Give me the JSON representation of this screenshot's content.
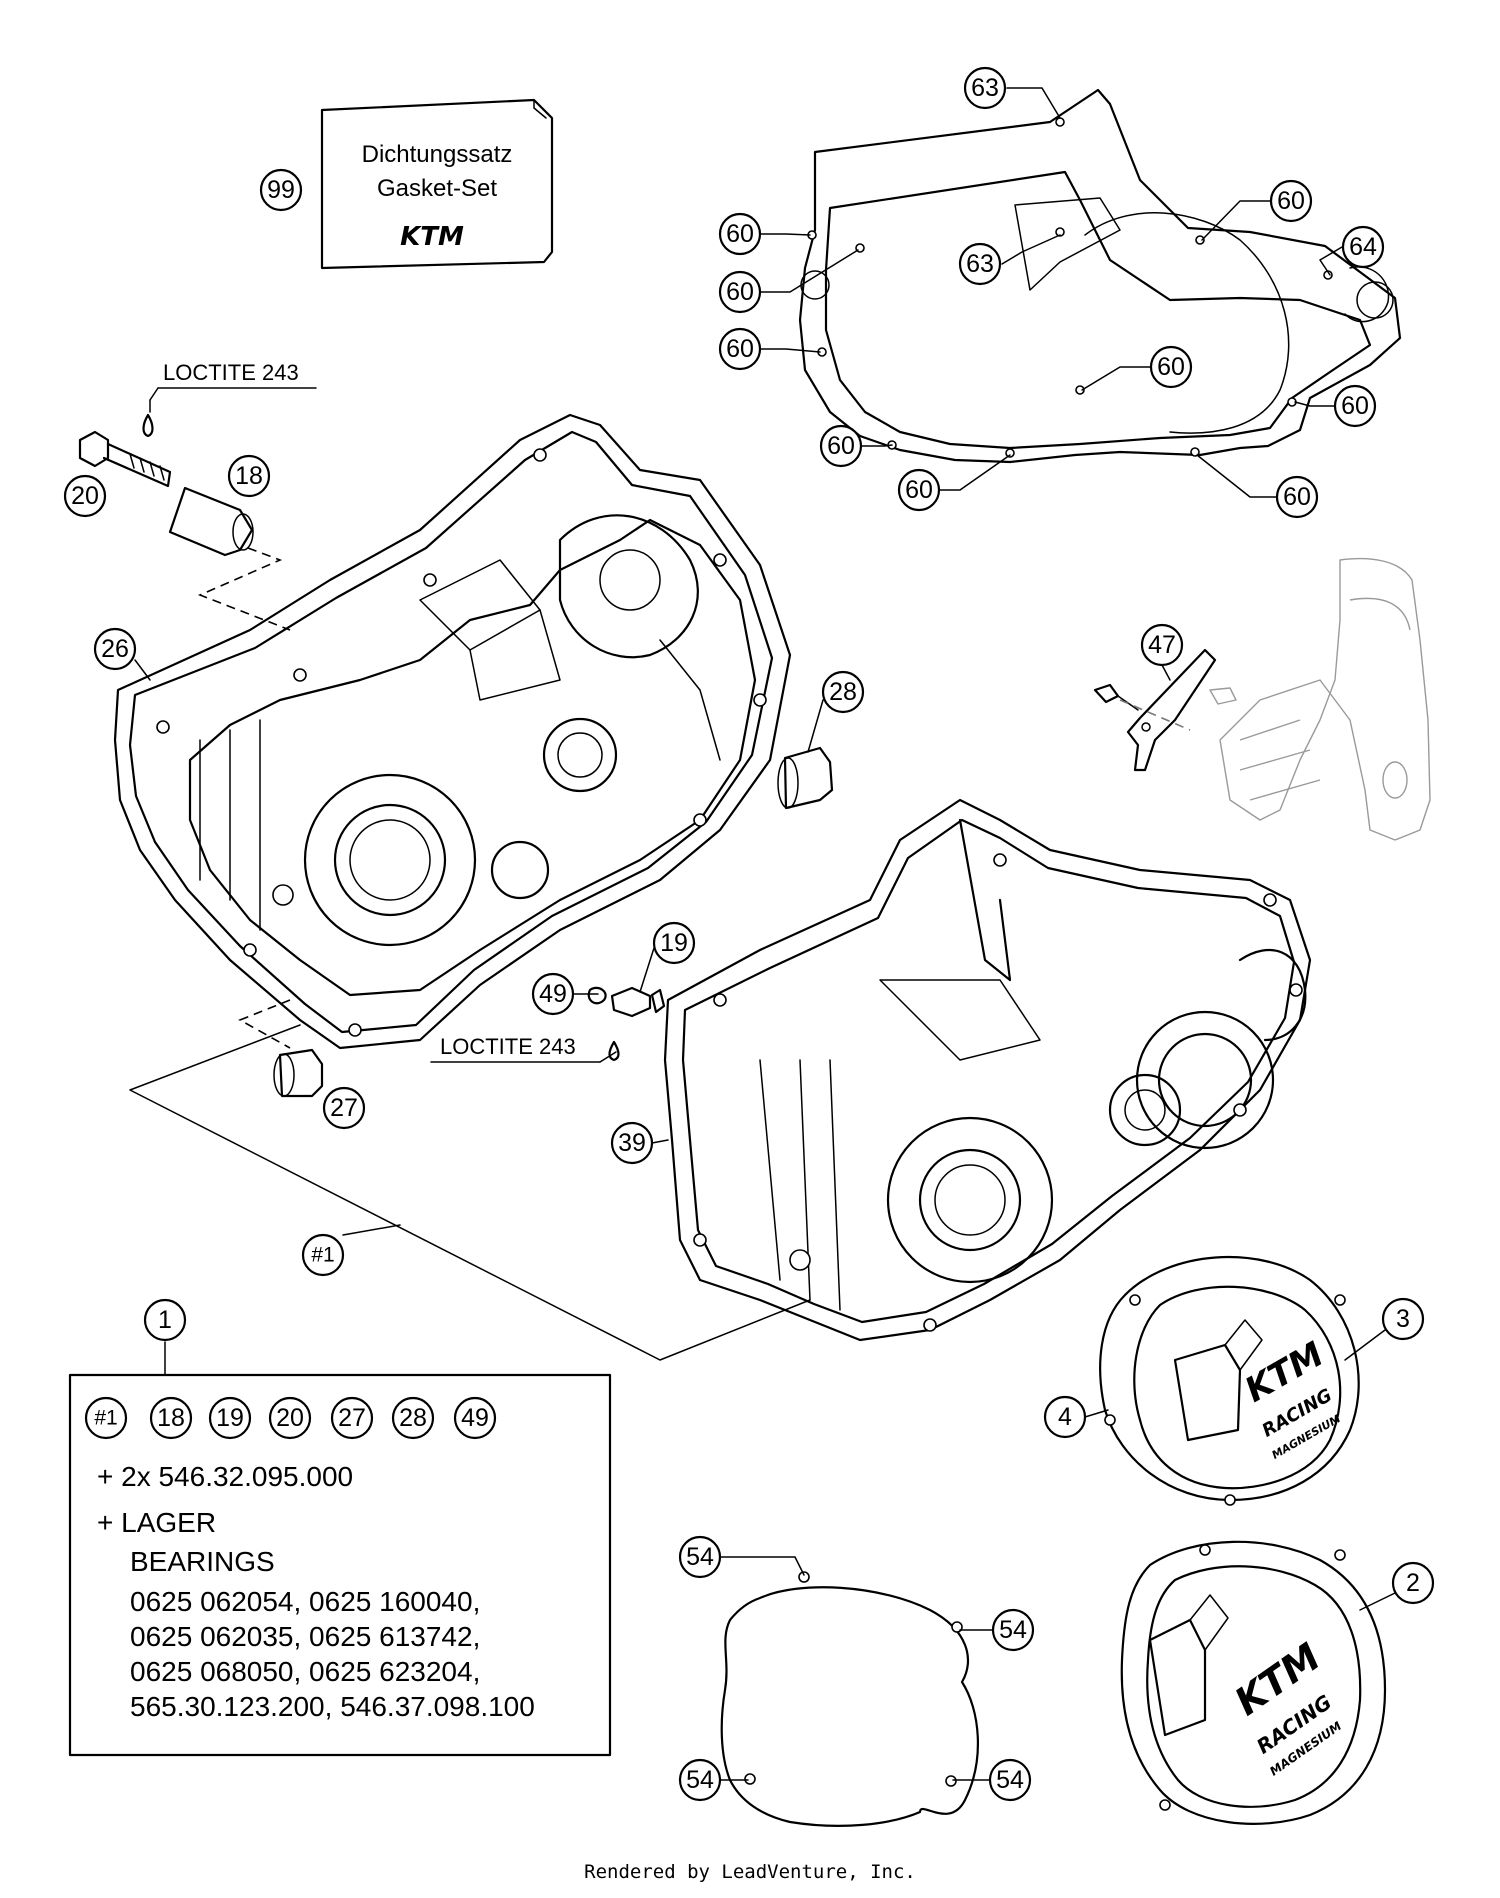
{
  "kit_box": {
    "line1": "Dichtungssatz",
    "line2": "Gasket-Set",
    "logo": "KTM"
  },
  "callouts": {
    "c99": "99",
    "c63a": "63",
    "c63b": "63",
    "c64": "64",
    "c60a": "60",
    "c60b": "60",
    "c60c": "60",
    "c60d": "60",
    "c60e": "60",
    "c60f": "60",
    "c60g": "60",
    "c60h": "60",
    "c60i": "60",
    "c20": "20",
    "c18": "18",
    "c26": "26",
    "c28": "28",
    "c47": "47",
    "c19": "19",
    "c49": "49",
    "c27": "27",
    "c39": "39",
    "c1hash": "#1",
    "c1": "1",
    "c3": "3",
    "c4": "4",
    "c2": "2",
    "c54a": "54",
    "c54b": "54",
    "c54c": "54",
    "c54d": "54"
  },
  "notes": {
    "loctite_top": "LOCTITE 243",
    "loctite_mid": "LOCTITE 243"
  },
  "cover_logos": {
    "brand": "KTM",
    "racing": "RACING",
    "material": "MAGNESIUM"
  },
  "kit_panel": {
    "items": [
      "#1",
      "18",
      "19",
      "20",
      "27",
      "28",
      "49"
    ],
    "line1": "+ 2x 546.32.095.000",
    "line2": "+ LAGER",
    "line3": "BEARINGS",
    "line4": "0625 062054, 0625 160040,",
    "line5": "0625 062035, 0625 613742,",
    "line6": "0625 068050, 0625 623204,",
    "line7": "565.30.123.200, 546.37.098.100"
  },
  "footer": "Rendered by LeadVenture, Inc."
}
